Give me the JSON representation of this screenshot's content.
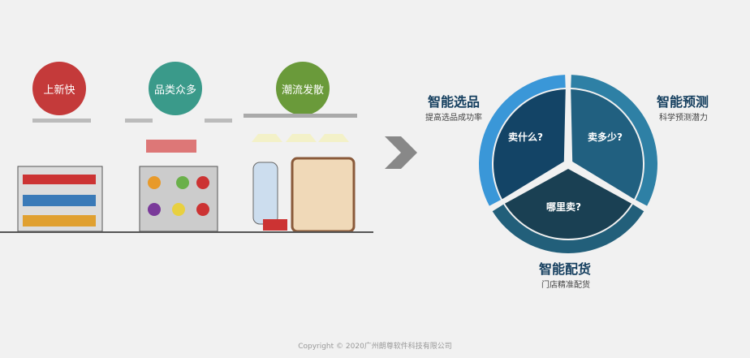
{
  "badges": [
    {
      "label": "上新快",
      "color": "#c43a3a"
    },
    {
      "label": "品类众多",
      "color": "#3a9a8a"
    },
    {
      "label": "潮流发散",
      "color": "#6a9a3a"
    }
  ],
  "segments": [
    {
      "center": "卖什么?",
      "title": "智能选品",
      "subtitle": "提高选品成功率",
      "fill": "#134466",
      "ring": "#3a97d8"
    },
    {
      "center": "卖多少?",
      "title": "智能预测",
      "subtitle": "科学预测潜力",
      "fill": "#216080",
      "ring": "#2e80a5"
    },
    {
      "center": "哪里卖?",
      "title": "智能配货",
      "subtitle": "门店精准配货",
      "fill": "#1a4053",
      "ring": "#225f7a"
    }
  ],
  "footer": "Copyright © 2020广州朗尊软件科技有限公司"
}
